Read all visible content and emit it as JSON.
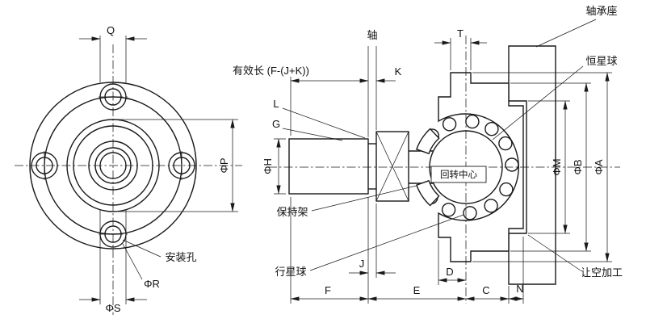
{
  "front_view": {
    "q": "Q",
    "phi_p": "ΦP",
    "phi_r": "ΦR",
    "phi_s": "ΦS",
    "mounting_hole": "安装孔"
  },
  "section_view": {
    "shaft": "轴",
    "housing": "轴承座",
    "star_ball": "恒星球",
    "effective_length": "有效长 (F-(J+K))",
    "k": "K",
    "l": "L",
    "g": "G",
    "phi_h": "ΦH",
    "t": "T",
    "rotation_center": "回转中心",
    "phi_m": "ΦM",
    "phi_b": "ΦB",
    "phi_a": "ΦA",
    "cage": "保持架",
    "planet_ball": "行星球",
    "clearance": "让空加工",
    "j": "J",
    "d": "D",
    "f": "F",
    "e": "E",
    "c": "C",
    "n": "N"
  },
  "colors": {
    "line": "#1a1a1a",
    "background": "#ffffff"
  }
}
